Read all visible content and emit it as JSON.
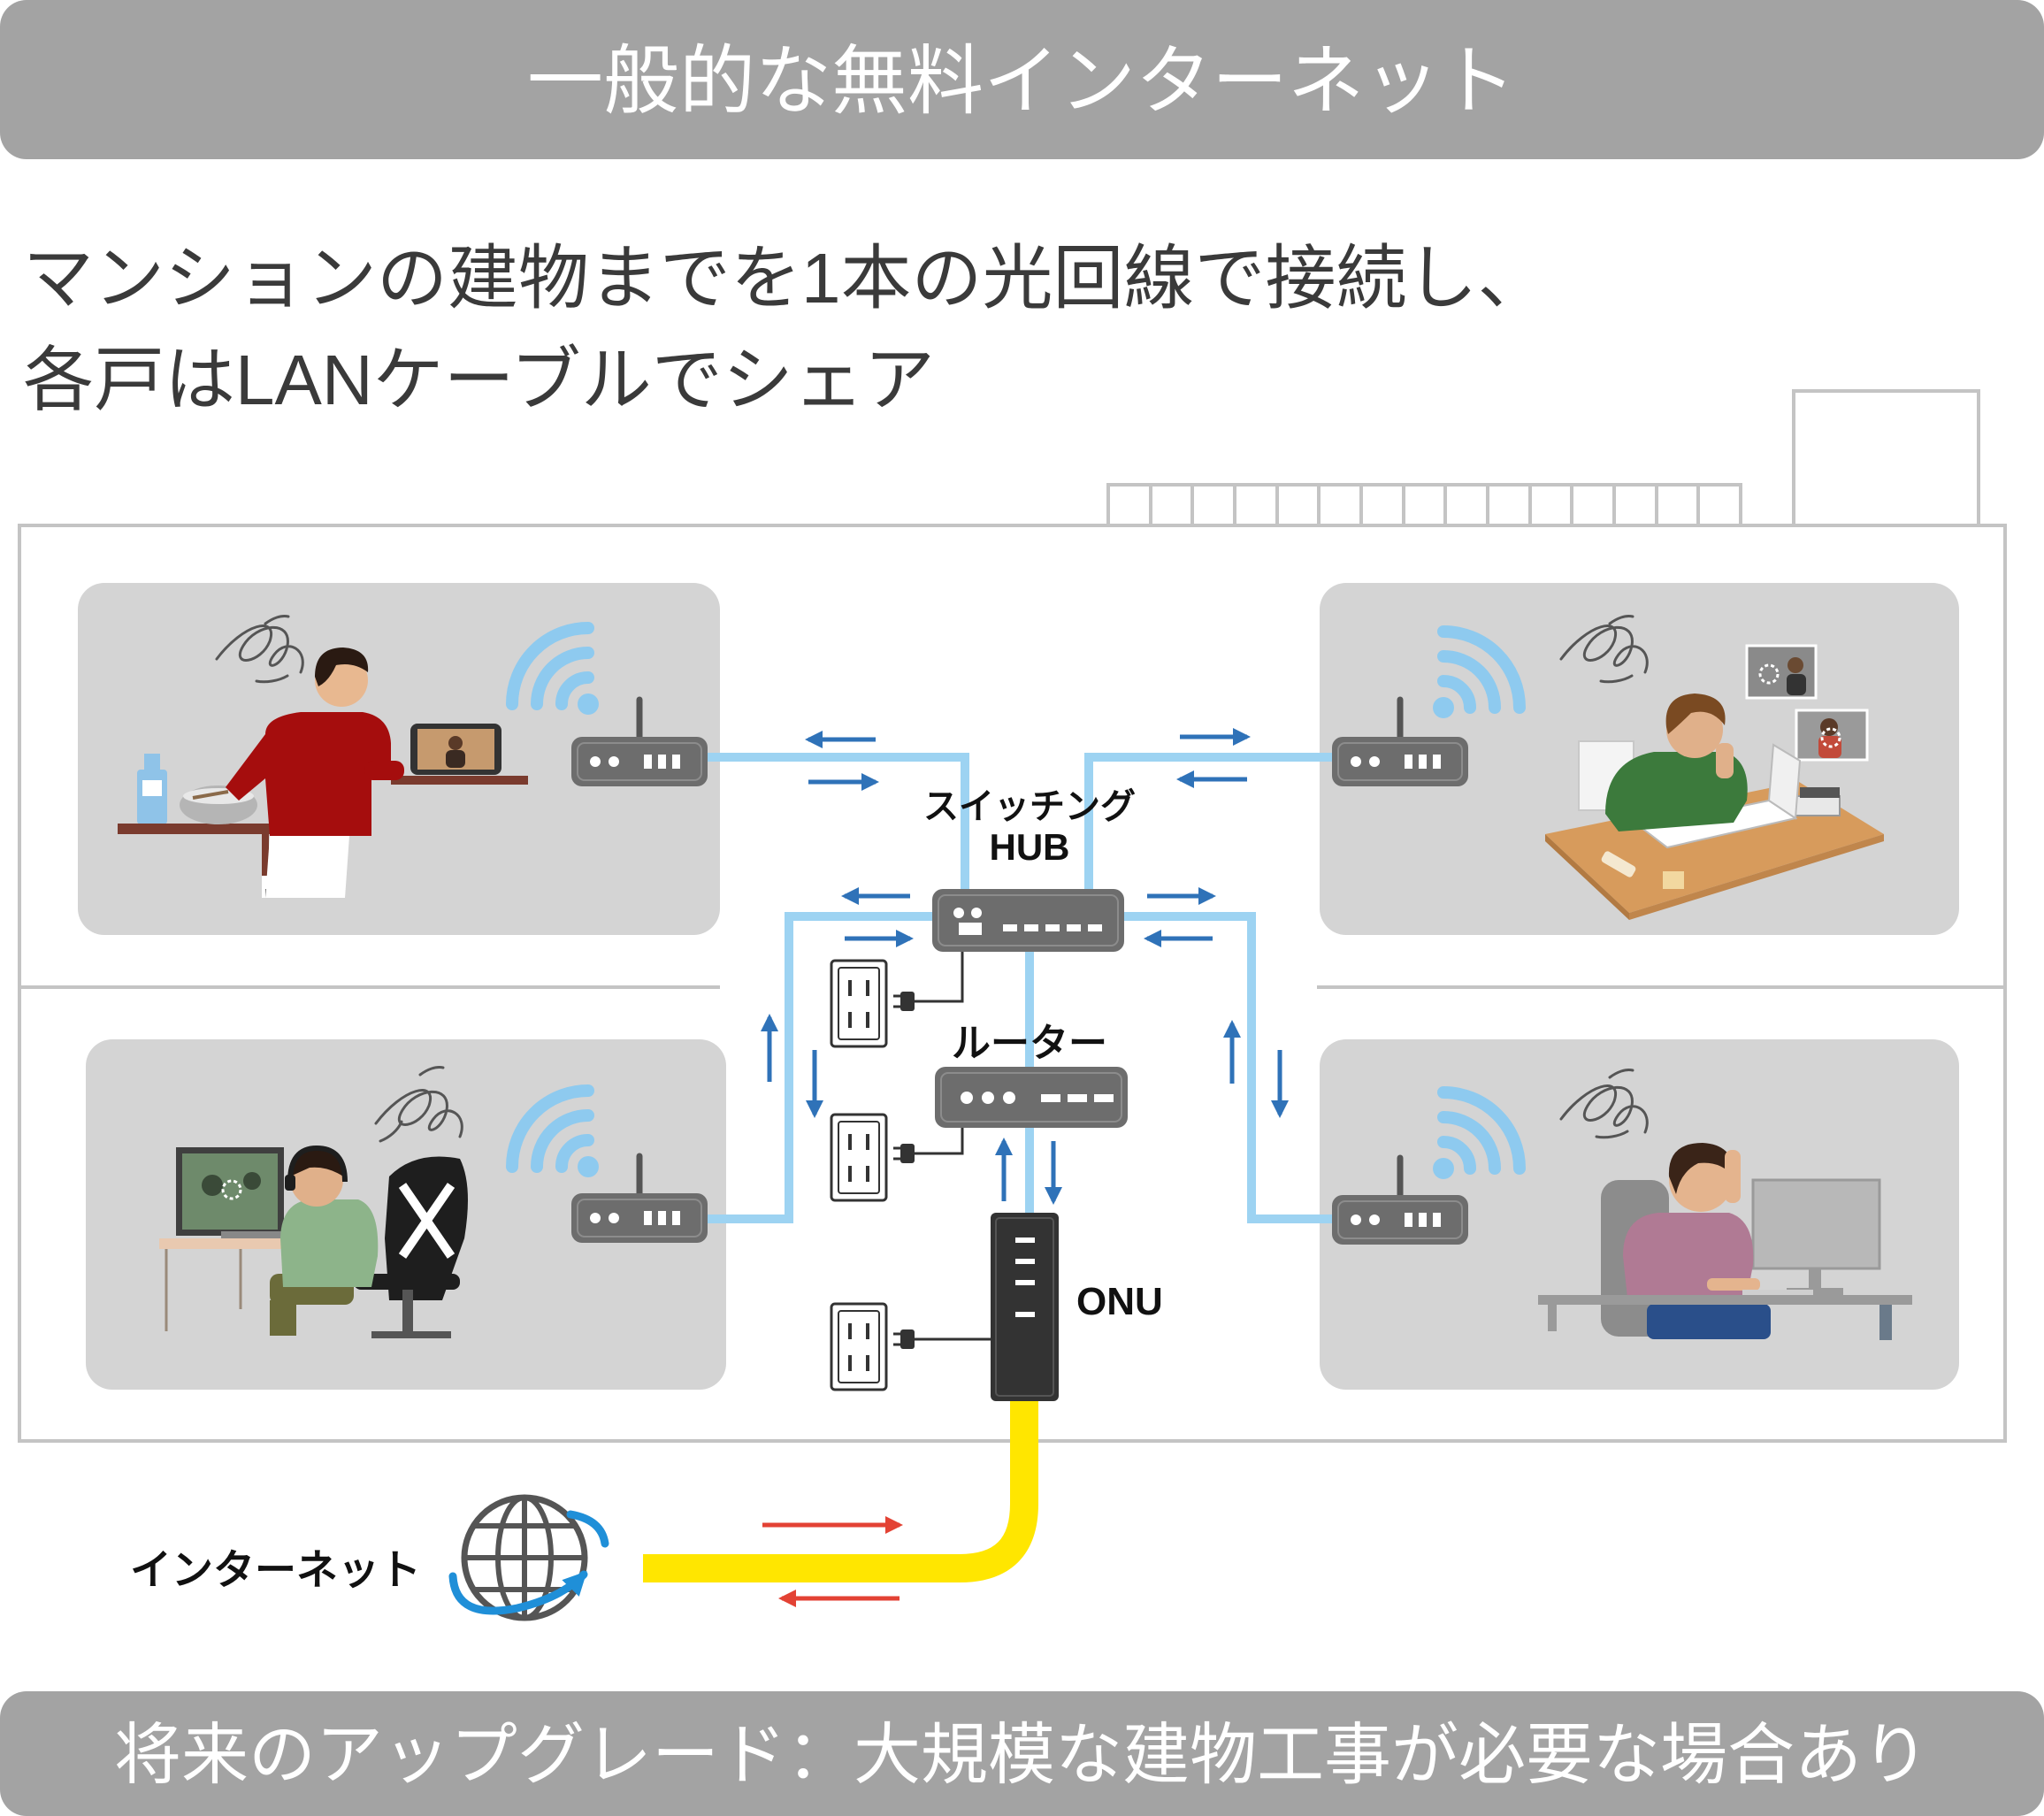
{
  "title": "一般的な無料インターネット",
  "subtitle": {
    "line1": "マンションの建物までを1本の光回線で接続し、",
    "line2": "各戸はLANケーブルでシェア"
  },
  "devices": {
    "hub_label_line1": "スイッチング",
    "hub_label_line2": "HUB",
    "router_label": "ルーター",
    "onu_label": "ONU"
  },
  "internet_label": "インターネット",
  "footer": "将来のアップグレード：大規模な建物工事が必要な場合あり",
  "icons": [
    "wifi-icon",
    "router-icon",
    "switching-hub-icon",
    "onu-icon",
    "power-outlet-icon",
    "globe-icon"
  ],
  "colors": {
    "banner": "#a3a3a3",
    "room": "#d4d4d4",
    "lan_cable": "#9dd3f2",
    "fiber_line": "#ffe600",
    "lan_arrow": "#2f72b8",
    "internet_arrow": "#e34234",
    "device": "#6d6d6d"
  }
}
